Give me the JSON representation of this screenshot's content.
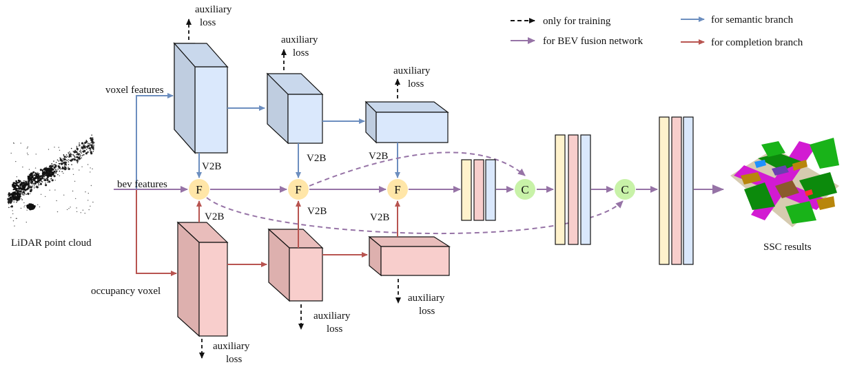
{
  "legend": {
    "training_only": "only for training",
    "bev_fusion": "for BEV fusion network",
    "semantic_branch": "for semantic branch",
    "completion_branch": "for completion branch"
  },
  "inputs": {
    "lidar": "LiDAR point cloud",
    "voxel_features": "voxel features",
    "bev_features": "bev features",
    "occupancy_voxel": "occupancy voxel"
  },
  "labels": {
    "auxiliary": "auxiliary",
    "loss": "loss",
    "v2b": "V2B",
    "fusion_node": "F",
    "concat_node": "C"
  },
  "output": {
    "ssc": "SSC results"
  },
  "colors": {
    "semantic": "#6c8ebf",
    "completion": "#b85450",
    "fusion": "#9673a6",
    "dashed": "#9673a6",
    "cube_blue_front": "#dae8fc",
    "cube_blue_top": "#c9d8ec",
    "cube_blue_side": "#bfcde0",
    "cube_red_front": "#f8cecc",
    "cube_red_top": "#e9bdbb",
    "cube_red_side": "#ddb0ae",
    "node_f": "#ffe6a8",
    "node_c": "#c8f2a8",
    "bar_yellow": "#fff2cc",
    "bar_red": "#f8cecc",
    "bar_blue": "#dae8fc"
  },
  "icons": {
    "lidar": "point-cloud-icon",
    "ssc": "segmented-scene-icon"
  }
}
